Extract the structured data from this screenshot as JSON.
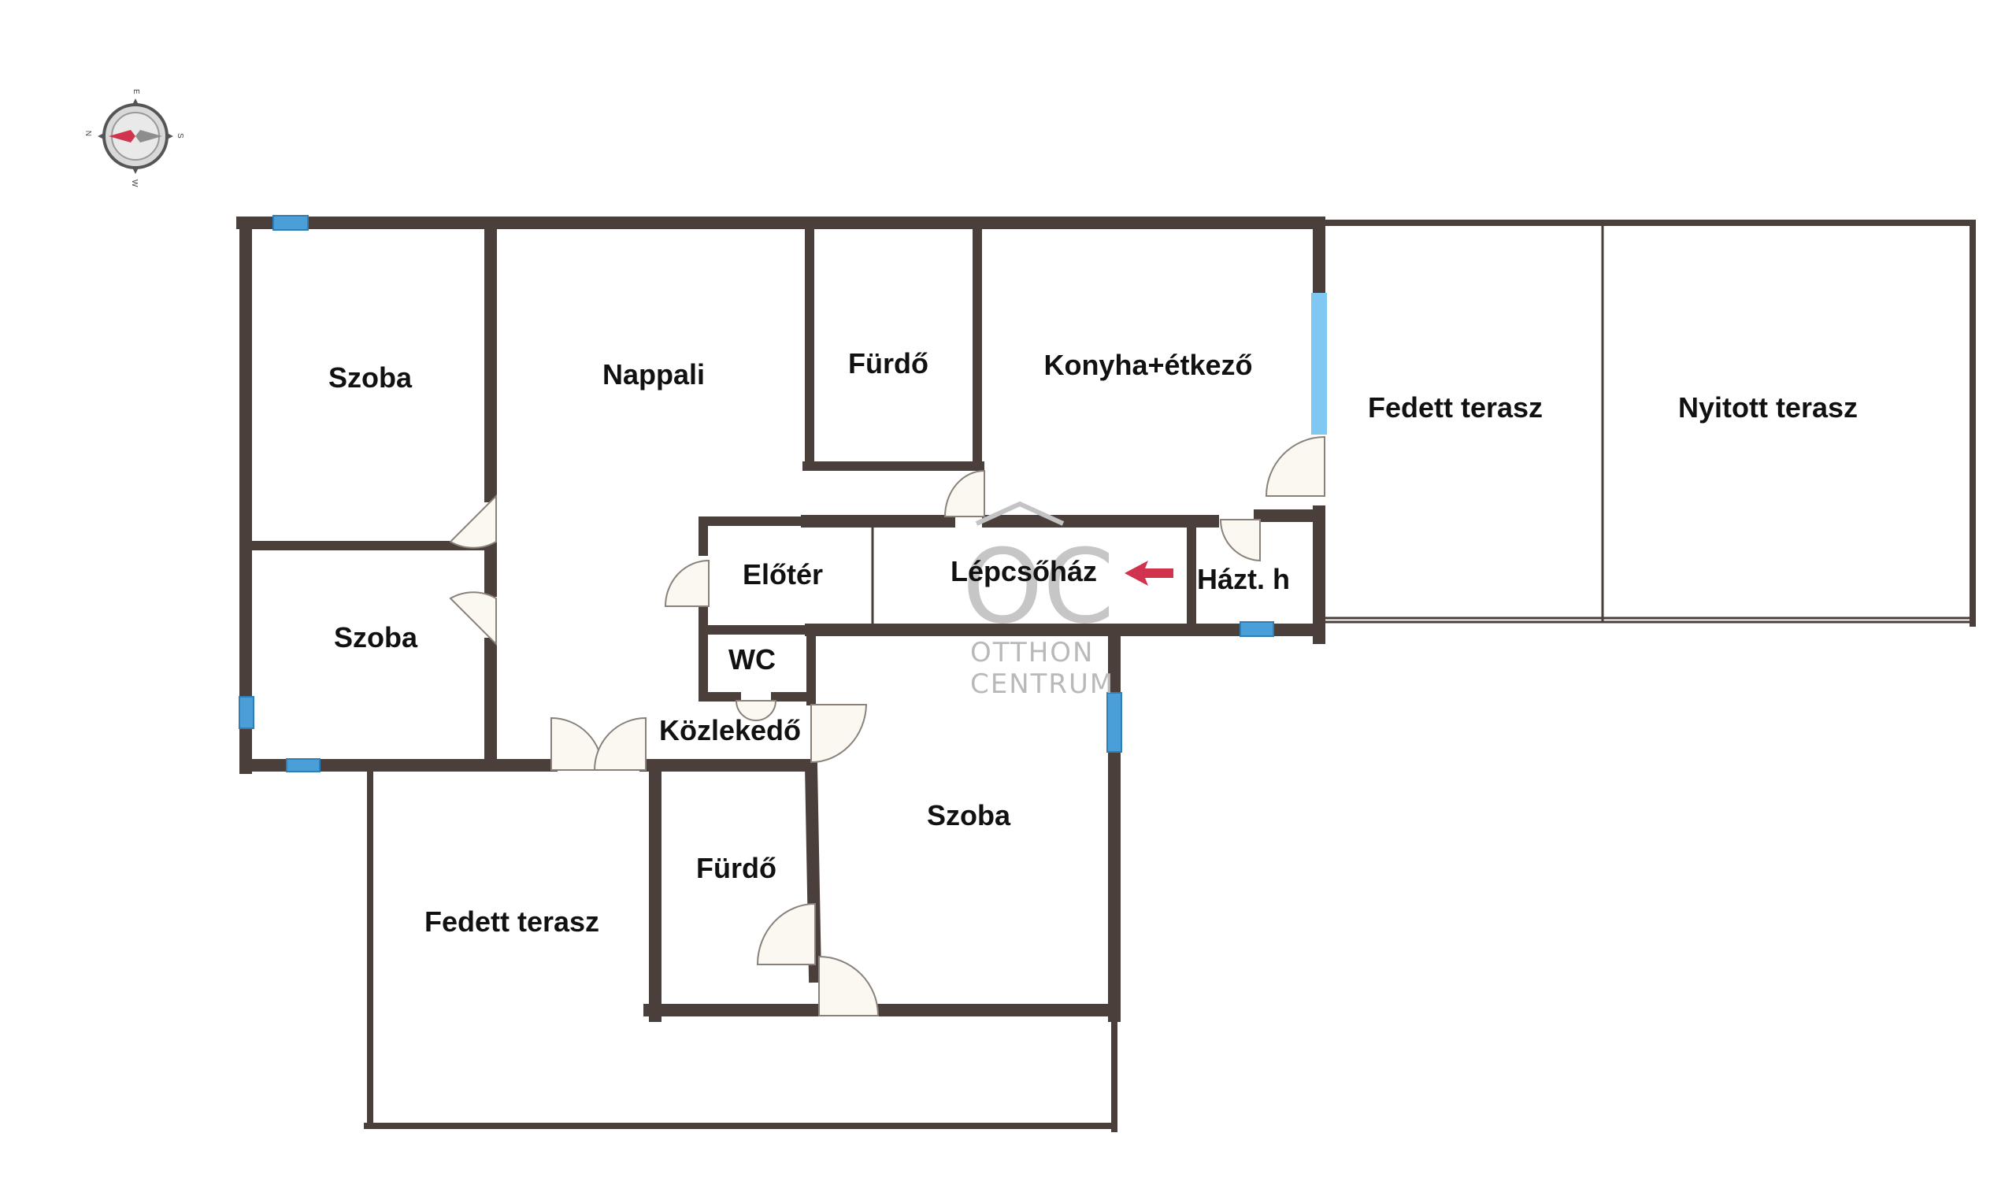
{
  "compass": {
    "letters": {
      "north": "N",
      "east": "E",
      "south": "S",
      "west": "W"
    },
    "needle_color": "#d0334d"
  },
  "rooms": {
    "szoba_nw": "Szoba",
    "szoba_w": "Szoba",
    "nappali": "Nappali",
    "furdo_top": "Fürdő",
    "konyha": "Konyha+étkező",
    "fedett_terasz_east": "Fedett terasz",
    "nyitott_terasz": "Nyitott terasz",
    "eloter": "Előtér",
    "lepcsohaz": "Lépcsőház",
    "hazt_h": "Házt. h",
    "wc": "WC",
    "kozlekedo": "Közlekedő",
    "szoba_s": "Szoba",
    "furdo_bottom": "Fürdő",
    "fedett_terasz_south": "Fedett terasz"
  },
  "entrance_arrow": {
    "icon": "left-arrow-icon",
    "color": "#d0334d"
  },
  "watermark": {
    "logo": "OC",
    "line1": "OTTHON",
    "line2": "CENTRUM"
  },
  "colors": {
    "wall": "#4a3f3a",
    "window": "#4a9fd8",
    "glass_door": "#7fc8f2"
  }
}
